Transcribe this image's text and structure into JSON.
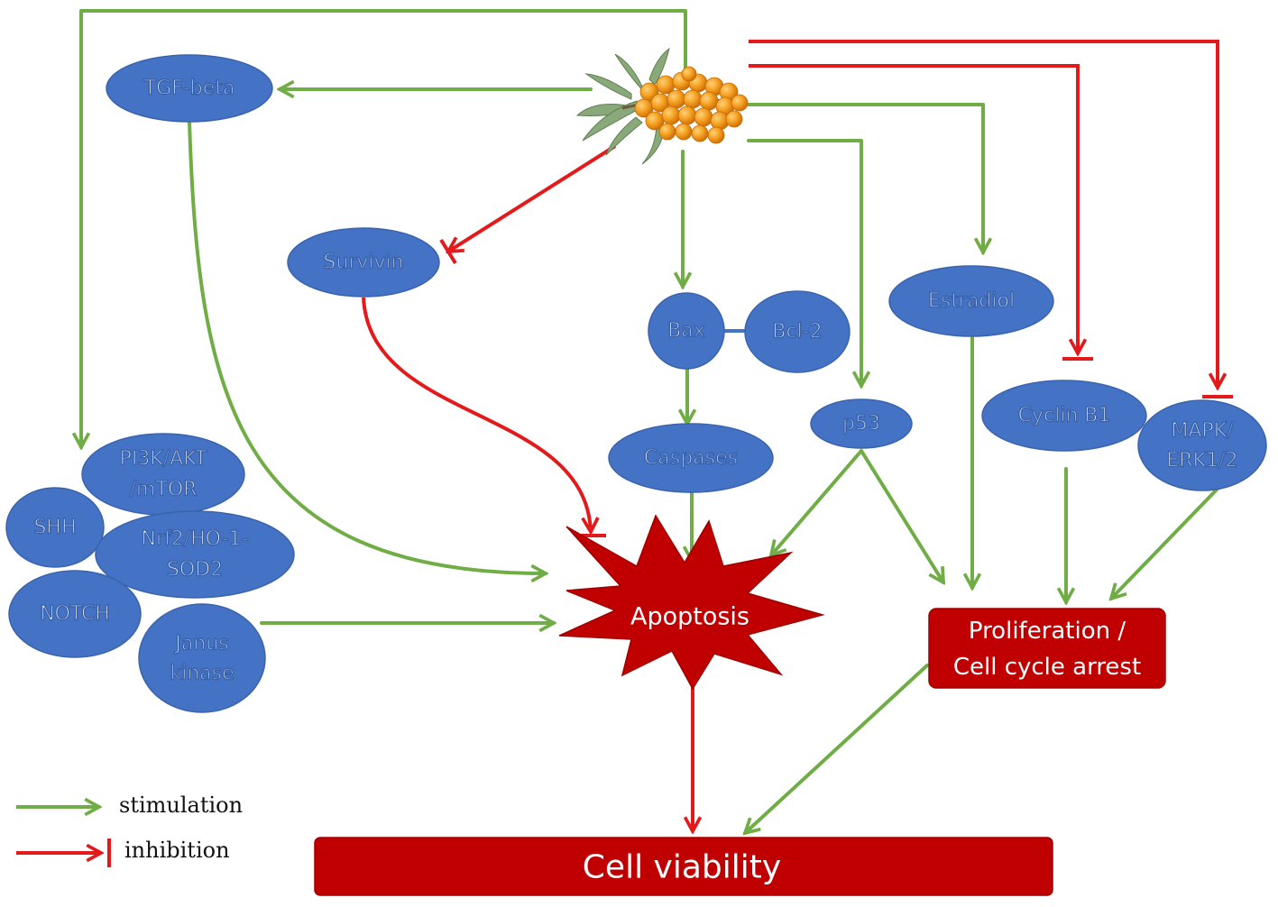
{
  "colors": {
    "node_fill": "#4472C4",
    "box_fill": "#C00000",
    "stimulation": "#70AD47",
    "inhibition": "#E31A1C",
    "text": "#FFFFFF"
  },
  "nodes": {
    "tgf_beta": "TGF-beta",
    "survivin": "Survivin",
    "bax": "Bax",
    "bcl2": "Bcl-2",
    "caspases": "Caspases",
    "estradiol": "Estradiol",
    "p53": "p53",
    "cyclin_b1": "Cyclin B1",
    "mapk_line1": "MAPK/",
    "mapk_line2": "ERK1/2",
    "pi3k_line1": "PI3K/AKT",
    "pi3k_line2": "/mTOR",
    "shh": "SHH",
    "nrf2_line1": "Nrf2/HO-1-",
    "nrf2_line2": "SOD2",
    "notch": "NOTCH",
    "janus_line1": "Janus",
    "janus_line2": "kinase"
  },
  "outcomes": {
    "apoptosis": "Apoptosis",
    "proliferation_line1": "Proliferation /",
    "proliferation_line2": "Cell cycle arrest",
    "cell_viability": "Cell viability"
  },
  "legend": {
    "stimulation": "stimulation",
    "inhibition": "inhibition"
  },
  "icons": {
    "source": "sea-buckthorn-berries-icon"
  }
}
